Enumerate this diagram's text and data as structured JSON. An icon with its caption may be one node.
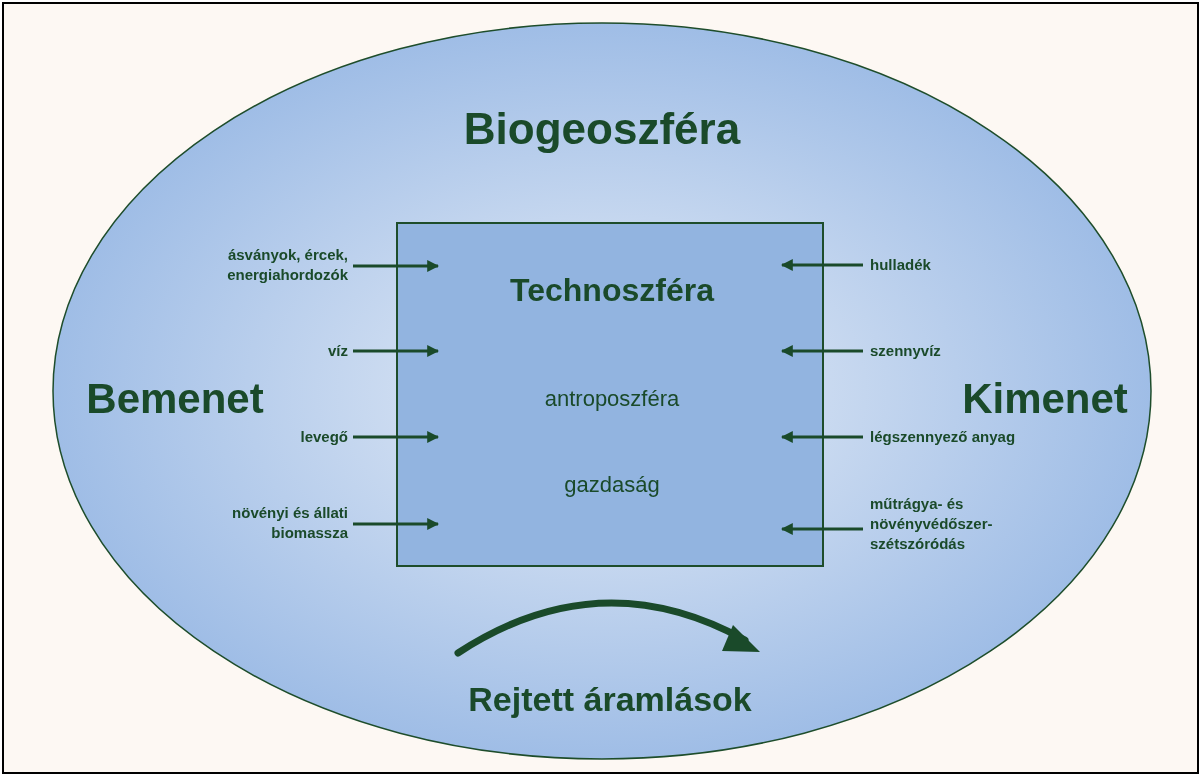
{
  "diagram": {
    "nodes": [
      {
        "text": [
          "Biogeoszféra",
          "Bemenet",
          "Kimenet",
          "Rejtett áramlások"
        ]
      },
      {
        "text": [
          "Technoszféra",
          "antroposzféra",
          "gazdaság"
        ],
        "in": 0
      },
      {
        "text": [
          "ásványok, ércek, energiahordozók"
        ],
        "in": 0
      },
      {
        "text": [
          "víz"
        ],
        "in": 0
      },
      {
        "text": [
          "levegő"
        ],
        "in": 0
      },
      {
        "text": [
          "növényi és állati biomassza"
        ],
        "in": 0
      },
      {
        "text": [
          "hulladék"
        ],
        "in": 0
      },
      {
        "text": [
          "szennyvíz"
        ],
        "in": 0
      },
      {
        "text": [
          "légszennyező anyag"
        ],
        "in": 0
      },
      {
        "text": [
          "műtrágya- és növényvédőszer-szétszóródás"
        ],
        "in": 0
      }
    ],
    "edges": [
      {
        "from": 2,
        "to": 1,
        "arrow": "to"
      },
      {
        "from": 3,
        "to": 1,
        "arrow": "to"
      },
      {
        "from": 4,
        "to": 1,
        "arrow": "to"
      },
      {
        "from": 5,
        "to": 1,
        "arrow": "to"
      },
      {
        "from": 6,
        "to": 1,
        "arrow": "to"
      },
      {
        "from": 7,
        "to": 1,
        "arrow": "to"
      },
      {
        "from": 8,
        "to": 1,
        "arrow": "to"
      },
      {
        "from": 9,
        "to": 1,
        "arrow": "to"
      }
    ]
  }
}
